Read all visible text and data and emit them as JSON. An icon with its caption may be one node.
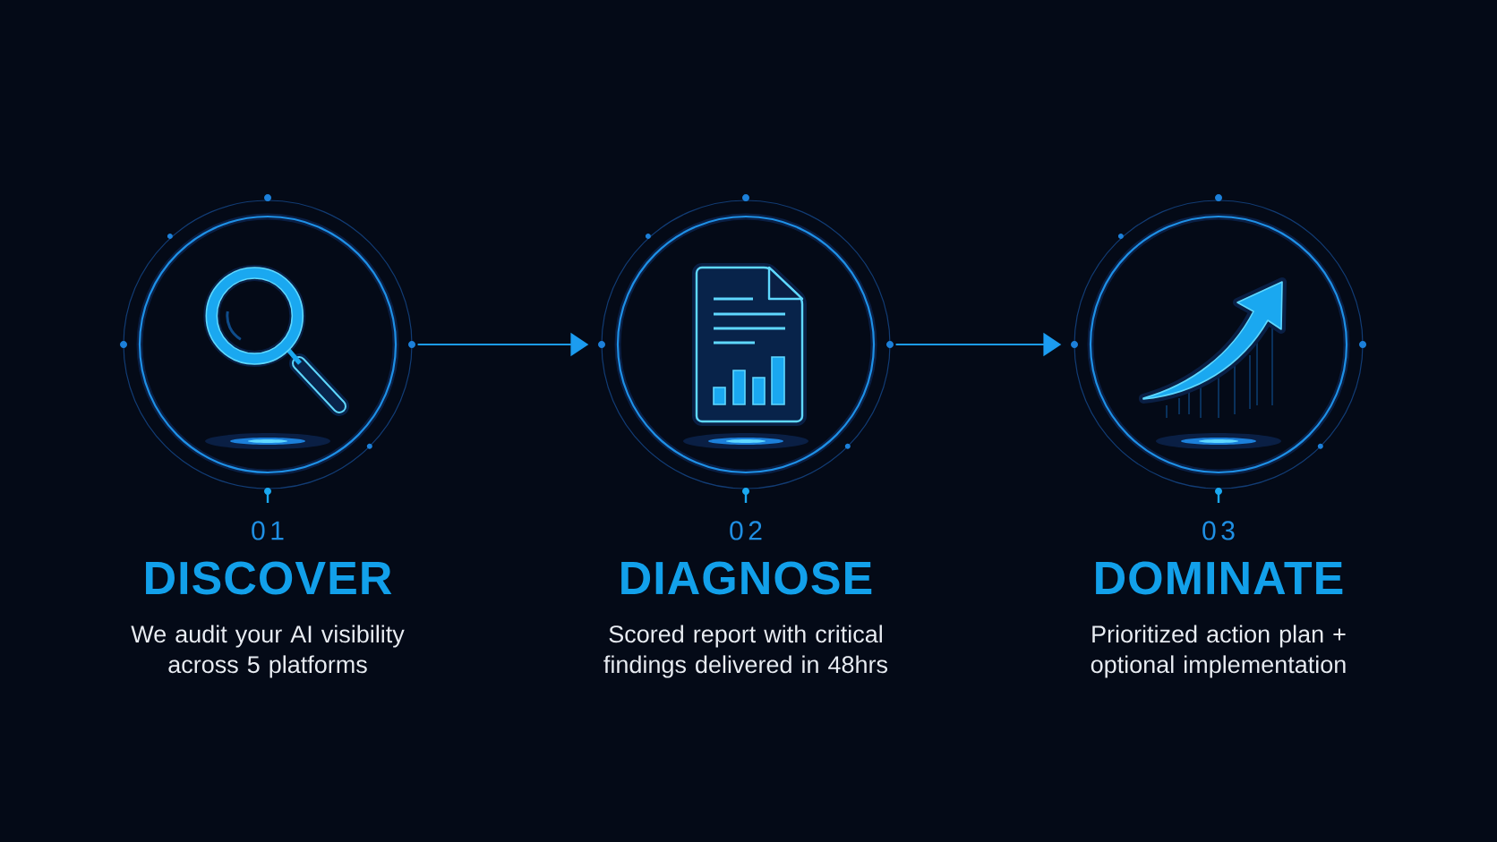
{
  "diagram": {
    "nodes": [
      {
        "text": [],
        "shape": "circle",
        "beside": [
          "01",
          "DISCOVER",
          "We audit your AI visibility across 5 platforms"
        ]
      },
      {
        "text": [],
        "shape": "circle",
        "beside": [
          "02",
          "DIAGNOSE",
          "Scored report with critical findings delivered in 48hrs"
        ]
      },
      {
        "text": [],
        "shape": "circle",
        "beside": [
          "03",
          "DOMINATE",
          "Prioritized action plan + optional implementation"
        ]
      }
    ],
    "edges": [
      {
        "from": 0,
        "to": 1,
        "arrow": "to"
      },
      {
        "from": 1,
        "to": 2,
        "arrow": "to"
      }
    ]
  }
}
